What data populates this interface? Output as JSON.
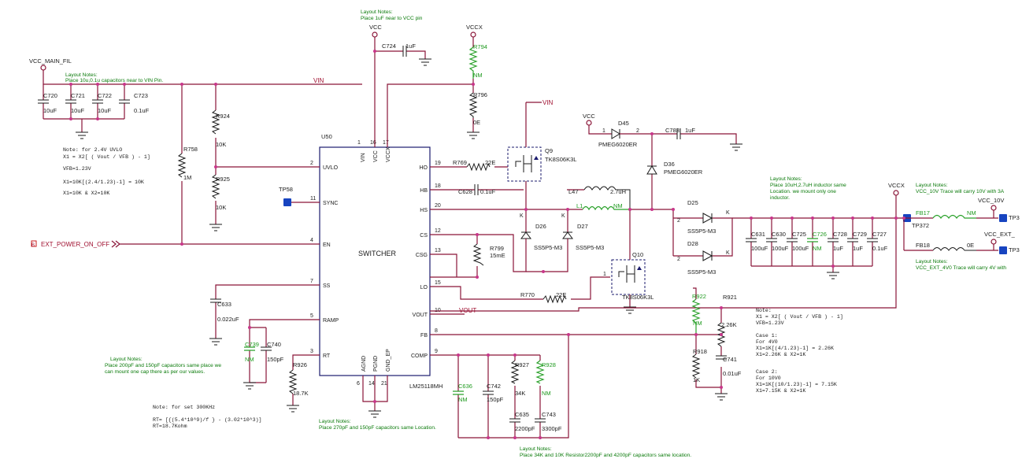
{
  "nets": {
    "vcc_main_fil": "VCC_MAIN_FIL",
    "vin": "VIN",
    "vin2": "VIN",
    "vcc": "VCC",
    "vccx": "VCCX",
    "vcc2": "VCC",
    "vccx2": "VCCX",
    "vout": "VOUT",
    "ext_power": "EXT_POWER_ON_OFF",
    "vcc_10v": "VCC_10V",
    "vcc_ext": "VCC_EXT_",
    "tp372": "TP372",
    "tp58": "TP58",
    "tp3a": "TP3",
    "tp3b": "TP3",
    "port_b": "B"
  },
  "ic": {
    "ref": "U50",
    "name": "SWITCHER",
    "part": "LM25118MH",
    "left_pins": [
      {
        "num": "2",
        "name": "UVLO"
      },
      {
        "num": "11",
        "name": "SYNC"
      },
      {
        "num": "4",
        "name": "EN"
      },
      {
        "num": "7",
        "name": "SS"
      },
      {
        "num": "5",
        "name": "RAMP"
      },
      {
        "num": "3",
        "name": "RT"
      }
    ],
    "top_pins": [
      {
        "num": "1",
        "name": "VIN"
      },
      {
        "num": "16",
        "name": "VCC"
      },
      {
        "num": "17",
        "name": "VCCX"
      }
    ],
    "right_pins": [
      {
        "num": "19",
        "name": "HO"
      },
      {
        "num": "18",
        "name": "HB"
      },
      {
        "num": "20",
        "name": "HS"
      },
      {
        "num": "12",
        "name": "CS"
      },
      {
        "num": "13",
        "name": "CSG"
      },
      {
        "num": "15",
        "name": "LO"
      },
      {
        "num": "10",
        "name": "VOUT"
      },
      {
        "num": "8",
        "name": "FB"
      },
      {
        "num": "9",
        "name": "COMP"
      }
    ],
    "bottom_pins": [
      {
        "num": "6",
        "name": "AGND"
      },
      {
        "num": "14",
        "name": "PGND"
      },
      {
        "num": "21",
        "name": "GND_EP"
      }
    ]
  },
  "parts": {
    "c720": {
      "ref": "C720",
      "val": "10uF"
    },
    "c721": {
      "ref": "C721",
      "val": "10uF"
    },
    "c722": {
      "ref": "C722",
      "val": "10uF"
    },
    "c723": {
      "ref": "C723",
      "val": "0.1uF"
    },
    "r758": {
      "ref": "R758",
      "val": "1M"
    },
    "r924": {
      "ref": "R924",
      "val": "10K"
    },
    "r925": {
      "ref": "R925",
      "val": "10K"
    },
    "c724": {
      "ref": "C724",
      "val": "1uF"
    },
    "r794": {
      "ref": "R794",
      "val": "NM"
    },
    "r796": {
      "ref": "R796",
      "val": "0E"
    },
    "r769": {
      "ref": "R769",
      "val": "22E"
    },
    "c628": {
      "ref": "C628",
      "val": "0.1uF"
    },
    "q9": {
      "ref": "Q9",
      "val": "TK8S06K3L"
    },
    "q10": {
      "ref": "Q10",
      "val": "TK8S06K3L"
    },
    "d45": {
      "ref": "D45",
      "val": "PMEG6020ER"
    },
    "d36": {
      "ref": "D36",
      "val": "PMEG6020ER"
    },
    "c783": {
      "ref": "C783",
      "val": "1uF"
    },
    "l47": {
      "ref": "L47",
      "val": "2.7uH"
    },
    "l1": {
      "ref": "L1",
      "val": "NM"
    },
    "d25": {
      "ref": "D25",
      "val": "SS5P5-M3"
    },
    "d28": {
      "ref": "D28",
      "val": "SS5P5-M3"
    },
    "d26": {
      "ref": "D26",
      "val": "SS5P5-M3"
    },
    "d27": {
      "ref": "D27",
      "val": "SS5P5-M3"
    },
    "r799": {
      "ref": "R799",
      "val": "15mE"
    },
    "r770": {
      "ref": "R770",
      "val": "22E"
    },
    "c633": {
      "ref": "C633",
      "val": "0.022uF"
    },
    "c739": {
      "ref": "C739",
      "val": "NM"
    },
    "c740": {
      "ref": "C740",
      "val": "150pF"
    },
    "r926": {
      "ref": "R926",
      "val": "18.7K"
    },
    "c636": {
      "ref": "C636",
      "val": "NM"
    },
    "c742": {
      "ref": "C742",
      "val": "150pF"
    },
    "r927": {
      "ref": "R927",
      "val": "34K"
    },
    "r928": {
      "ref": "R928",
      "val": "NM"
    },
    "c635": {
      "ref": "C635",
      "val": "2200pF"
    },
    "c743": {
      "ref": "C743",
      "val": "3300pF"
    },
    "c631": {
      "ref": "C631",
      "val": "100uF"
    },
    "c630": {
      "ref": "C630",
      "val": "100uF"
    },
    "c725": {
      "ref": "C725",
      "val": "100uF"
    },
    "c726": {
      "ref": "C726",
      "val": "NM"
    },
    "c728": {
      "ref": "C728",
      "val": "1uF"
    },
    "c729": {
      "ref": "C729",
      "val": "1uF"
    },
    "c727": {
      "ref": "C727",
      "val": "0.1uF"
    },
    "fb17": {
      "ref": "FB17",
      "val": "NM"
    },
    "fb18": {
      "ref": "FB18",
      "val": "0E"
    },
    "r922": {
      "ref": "R922",
      "val": "NM"
    },
    "r921": {
      "ref": "R921",
      "val": "2.26K"
    },
    "r918": {
      "ref": "R918",
      "val": "1K"
    },
    "c741": {
      "ref": "C741",
      "val": "0.01uF"
    }
  },
  "notes": {
    "layout_vin": [
      "Layout Notes:",
      "Place 10u,0.1u capacitors near to VIN Pin."
    ],
    "layout_vcc": [
      "Layout Notes:",
      "Place 1uF near to VCC pin"
    ],
    "uvlo": [
      "Note: for 2.4V UVLO",
      "X1 = X2[ ( Vout / VFB ) - 1]",
      "VFB=1.23V",
      "X1=10K[(2.4/1.23)-1] = 10K",
      "X1=10K & X2=10K"
    ],
    "layout_ramp": [
      "Layout Notes:",
      "Place 200pF and 150pF capacitors same place we",
      "can mount one cap there as per our values."
    ],
    "rt": [
      "Note: for set 300KHz",
      "RT= [{(5.4*10^9)/f } - (3.02*10^3)]",
      "RT=18.7Kohm"
    ],
    "layout_comp": [
      "Layout Notes:",
      "Place 270pF and 150pF capacitors same Location."
    ],
    "layout_comp2": [
      "Layout Notes:",
      "Place 34K and 10K Resistor2200pF and 4200pF capacitors same location."
    ],
    "layout_ind": [
      "Layout Notes:",
      "Place 10uH,2.7uH inductor same",
      "Location. we mount only one",
      "inductor."
    ],
    "layout_10v": [
      "Layout Notes:",
      "VCC_10V Trace will carry 10V with 3A"
    ],
    "layout_ext": [
      "Layout Notes:",
      "VCC_EXT_4V0 Trace will carry 4V with"
    ],
    "fb": [
      "Note:",
      "X1 = X2[ ( Vout / VFB ) - 1]",
      "VFB=1.23V",
      "",
      "Case 1:",
      "For 4V0",
      "X1=1K[(4/1.23)-1] = 2.26K",
      "X1=2.26K & X2=1K",
      "",
      "Case 2:",
      "For 10V0",
      "X1=1K[(10/1.23)-1] = 7.15K",
      "X1=7.15K & X2=1K"
    ]
  },
  "pin_labels": {
    "k": "K",
    "n1": "1",
    "n2": "2",
    "n3": "3"
  }
}
